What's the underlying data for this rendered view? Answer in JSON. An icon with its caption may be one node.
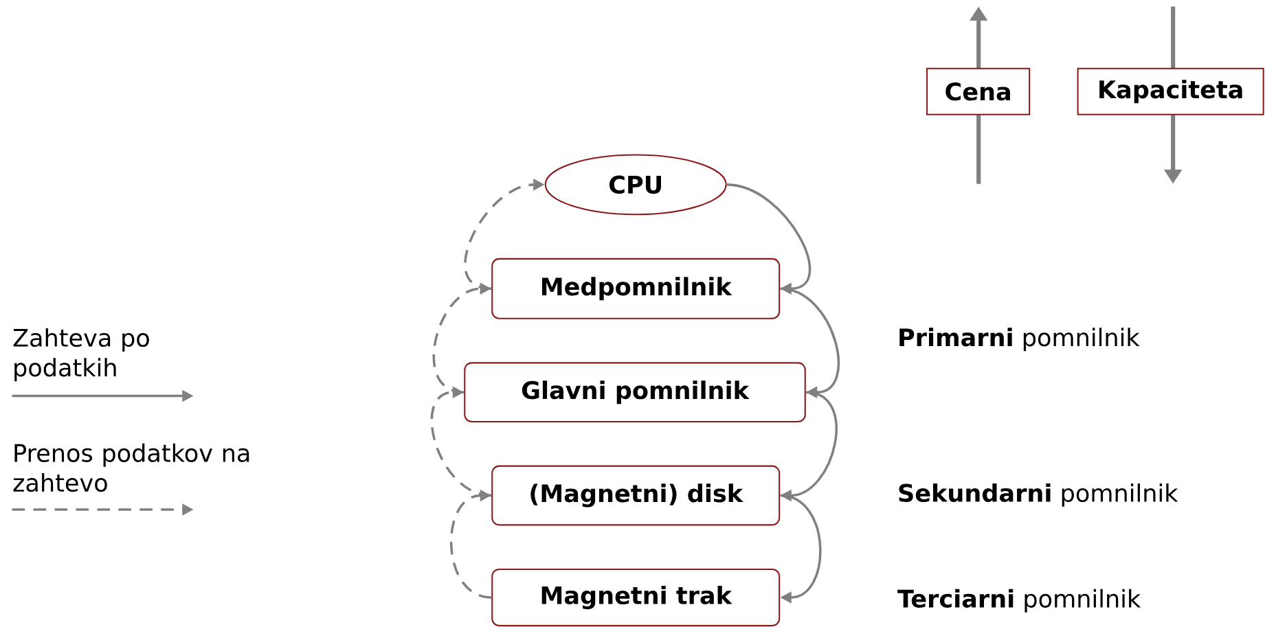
{
  "diagram": {
    "nodes": [
      {
        "text": [
          "CPU"
        ]
      },
      {
        "text": [
          "Medpomnilnik"
        ]
      },
      {
        "text": [
          "Glavni pomnilnik"
        ]
      },
      {
        "text": [
          "(Magnetni) disk"
        ]
      },
      {
        "text": [
          "Magnetni trak"
        ]
      },
      {
        "text": [
          "Cena"
        ]
      },
      {
        "text": [
          "Kapaciteta"
        ]
      }
    ],
    "edges": [
      {
        "from": 0,
        "to": 1,
        "arrow": "to"
      },
      {
        "from": 1,
        "to": 2,
        "arrow": "to"
      },
      {
        "from": 2,
        "to": 3,
        "arrow": "to"
      },
      {
        "from": 3,
        "to": 4,
        "arrow": "to"
      },
      {
        "from": 4,
        "to": 3,
        "arrow": "to",
        "style": "dashed"
      },
      {
        "from": 3,
        "to": 2,
        "arrow": "to",
        "style": "dashed"
      },
      {
        "from": 2,
        "to": 1,
        "arrow": "to",
        "style": "dashed"
      },
      {
        "from": 1,
        "to": 0,
        "arrow": "to",
        "style": "dashed"
      }
    ],
    "labels": [
      "**Primarni** pomnilnik",
      "**Sekundarni** pomnilnik",
      "**Terciarni** pomnilnik"
    ],
    "legend": [
      {
        "text": "Zahteva po podatkih"
      },
      {
        "text": "Prenos podatkov na zahtevo"
      }
    ]
  }
}
